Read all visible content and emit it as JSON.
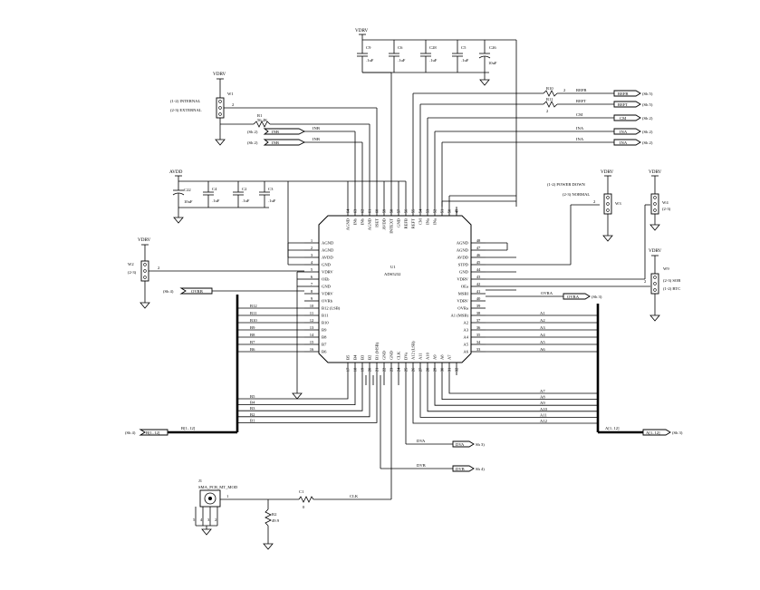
{
  "power": {
    "vdrv": "VDRV",
    "avdd": "AVDD"
  },
  "caps_top": {
    "c9": {
      "ref": "C9",
      "val": ".1uF"
    },
    "c6": {
      "ref": "C6",
      "val": ".1uF"
    },
    "c28": {
      "ref": "C28",
      "val": ".1uF"
    },
    "c5": {
      "ref": "C5",
      "val": ".1uF"
    },
    "c26": {
      "ref": "C26",
      "val": "10uF"
    }
  },
  "caps_avdd": {
    "c22": {
      "ref": "C22",
      "val": "10uF"
    },
    "c4": {
      "ref": "C4",
      "val": ".1uF"
    },
    "c2": {
      "ref": "C2",
      "val": ".1uF"
    },
    "c3": {
      "ref": "C3",
      "val": ".1uF"
    }
  },
  "w1": {
    "ref": "W1",
    "opt1": "(1-2) INTERNAL",
    "opt2": "(2-3) EXTERNAL",
    "pin": "2"
  },
  "r1": {
    "ref": "R1",
    "val": "56.2K"
  },
  "r10": {
    "ref": "R10",
    "pin": "2"
  },
  "r11": {
    "ref": "R11",
    "pin": "2"
  },
  "refs": {
    "refb": "REFB",
    "reft": "REFT",
    "cm": "CM",
    "ina": "INA",
    "refb_tag": "REFB",
    "reft_tag": "REFT",
    "cm_tag": "CM",
    "ina_tag1": "INA",
    "ina_tag2": "INA",
    "sh5a": "(Sh 5)",
    "sh5b": "(Sh 5)",
    "sh2a": "(Sh 2)",
    "sh2b": "(Sh 2)",
    "sh2c": "(Sh 2)"
  },
  "inb": {
    "sh1": "(Sh 2)",
    "sh2": "(Sh 2)",
    "tag1": "INB",
    "tag2": "INB",
    "net1": "INB",
    "net2": "INB"
  },
  "w2": {
    "ref": "W2",
    "opt": "(2-3)",
    "pin": "2"
  },
  "w3": {
    "ref": "W3",
    "opt1": "(1-2) POWER DOWN",
    "opt2": "(2-3) NORMAL",
    "pin": "2"
  },
  "w4": {
    "ref": "W4",
    "opt": "(2-3)"
  },
  "w9": {
    "ref": "W9",
    "opt1": "(2-3) SOB",
    "opt2": "(1-2) BTC",
    "pin": "2"
  },
  "ic": {
    "ref": "U1",
    "part": "ADS5232"
  },
  "left_pins": [
    {
      "num": "1",
      "name": "AGND"
    },
    {
      "num": "2",
      "name": "AGND"
    },
    {
      "num": "3",
      "name": "AVDD"
    },
    {
      "num": "4",
      "name": "GND"
    },
    {
      "num": "5",
      "name": "VDRV"
    },
    {
      "num": "6",
      "name": "OEb"
    },
    {
      "num": "7",
      "name": "GND"
    },
    {
      "num": "8",
      "name": "VDRV"
    },
    {
      "num": "9",
      "name": "OVRb"
    },
    {
      "num": "10",
      "name": "B12 (LSB)"
    },
    {
      "num": "11",
      "name": "B11"
    },
    {
      "num": "12",
      "name": "B10"
    },
    {
      "num": "13",
      "name": "B9"
    },
    {
      "num": "14",
      "name": "B8"
    },
    {
      "num": "15",
      "name": "B7"
    },
    {
      "num": "16",
      "name": "B6"
    }
  ],
  "right_pins": [
    {
      "num": "48",
      "name": "AGND"
    },
    {
      "num": "47",
      "name": "AGND"
    },
    {
      "num": "46",
      "name": "AVDD"
    },
    {
      "num": "45",
      "name": "STPD"
    },
    {
      "num": "44",
      "name": "GND"
    },
    {
      "num": "43",
      "name": "VDRV"
    },
    {
      "num": "42",
      "name": "OEa"
    },
    {
      "num": "41",
      "name": "MSBI"
    },
    {
      "num": "40",
      "name": "VDRV"
    },
    {
      "num": "39",
      "name": "OVRa"
    },
    {
      "num": "38",
      "name": "A1 (MSB)"
    },
    {
      "num": "37",
      "name": "A2"
    },
    {
      "num": "36",
      "name": "A3"
    },
    {
      "num": "35",
      "name": "A4"
    },
    {
      "num": "34",
      "name": "A5"
    },
    {
      "num": "33",
      "name": "A6"
    }
  ],
  "top_pins": [
    {
      "num": "64",
      "name": "AGND"
    },
    {
      "num": "63",
      "name": "INb"
    },
    {
      "num": "62",
      "name": "INb"
    },
    {
      "num": "61",
      "name": "AGND"
    },
    {
      "num": "60",
      "name": "ISET"
    },
    {
      "num": "59",
      "name": "AVDD"
    },
    {
      "num": "58",
      "name": "INTEXT"
    },
    {
      "num": "57",
      "name": "GND"
    },
    {
      "num": "56",
      "name": "REFB"
    },
    {
      "num": "55",
      "name": "REFT"
    },
    {
      "num": "54",
      "name": "CM"
    },
    {
      "num": "53",
      "name": "INa"
    },
    {
      "num": "52",
      "name": "INa"
    },
    {
      "num": "51",
      "name": ""
    },
    {
      "num": "50",
      "name": ""
    },
    {
      "num": "49",
      "name": ""
    }
  ],
  "bottom_pins": [
    {
      "num": "17",
      "name": "B5"
    },
    {
      "num": "18",
      "name": "B4"
    },
    {
      "num": "19",
      "name": "B3"
    },
    {
      "num": "20",
      "name": "B2"
    },
    {
      "num": "21",
      "name": "B1 (MSB)"
    },
    {
      "num": "22",
      "name": "GND"
    },
    {
      "num": "23",
      "name": "GND"
    },
    {
      "num": "24",
      "name": "CLK"
    },
    {
      "num": "25",
      "name": "DVa"
    },
    {
      "num": "26",
      "name": "A12 (LSB)"
    },
    {
      "num": "27",
      "name": "A11"
    },
    {
      "num": "28",
      "name": "A10"
    },
    {
      "num": "29",
      "name": "A9"
    },
    {
      "num": "30",
      "name": "A8"
    },
    {
      "num": "31",
      "name": "A7"
    },
    {
      "num": "32",
      "name": ""
    }
  ],
  "b_nets_top": [
    "B12",
    "B11",
    "B10",
    "B9",
    "B8",
    "B7",
    "B6"
  ],
  "b_nets_bot": [
    "B5",
    "B4",
    "B3",
    "B2",
    "B1"
  ],
  "a_nets_top": [
    "A1",
    "A2",
    "A3",
    "A4",
    "A5",
    "A6"
  ],
  "a_nets_bot": [
    "A7",
    "A8",
    "A9",
    "A10",
    "A11",
    "A12"
  ],
  "ovrb": {
    "tag": "OVRB",
    "sh": "(Sh 4)"
  },
  "ovra": {
    "net": "OVRA",
    "tag": "OVRA",
    "sh": "(Sh 3)"
  },
  "bbus": {
    "sh": "(Sh 4)",
    "tag": "B[1..12]",
    "net": "B[1..12]"
  },
  "abus": {
    "sh": "(Sh 3)",
    "tag": "A[1..12]",
    "net": "A[1..12]"
  },
  "dva": {
    "net": "DVA",
    "tag": "DVA",
    "sh": "Sh 3)"
  },
  "dvb": {
    "net": "DVB",
    "tag": "DVB",
    "sh": "Sh 4)"
  },
  "j1": {
    "ref": "J1",
    "part": "SMA_PCB_MT_MOD",
    "pin": "1",
    "pins": [
      "5",
      "4",
      "3",
      "2"
    ]
  },
  "c1": {
    "ref": "C1",
    "val": "0"
  },
  "clk": {
    "net": "CLK"
  },
  "r2": {
    "ref": "R2",
    "val": "49.9"
  }
}
